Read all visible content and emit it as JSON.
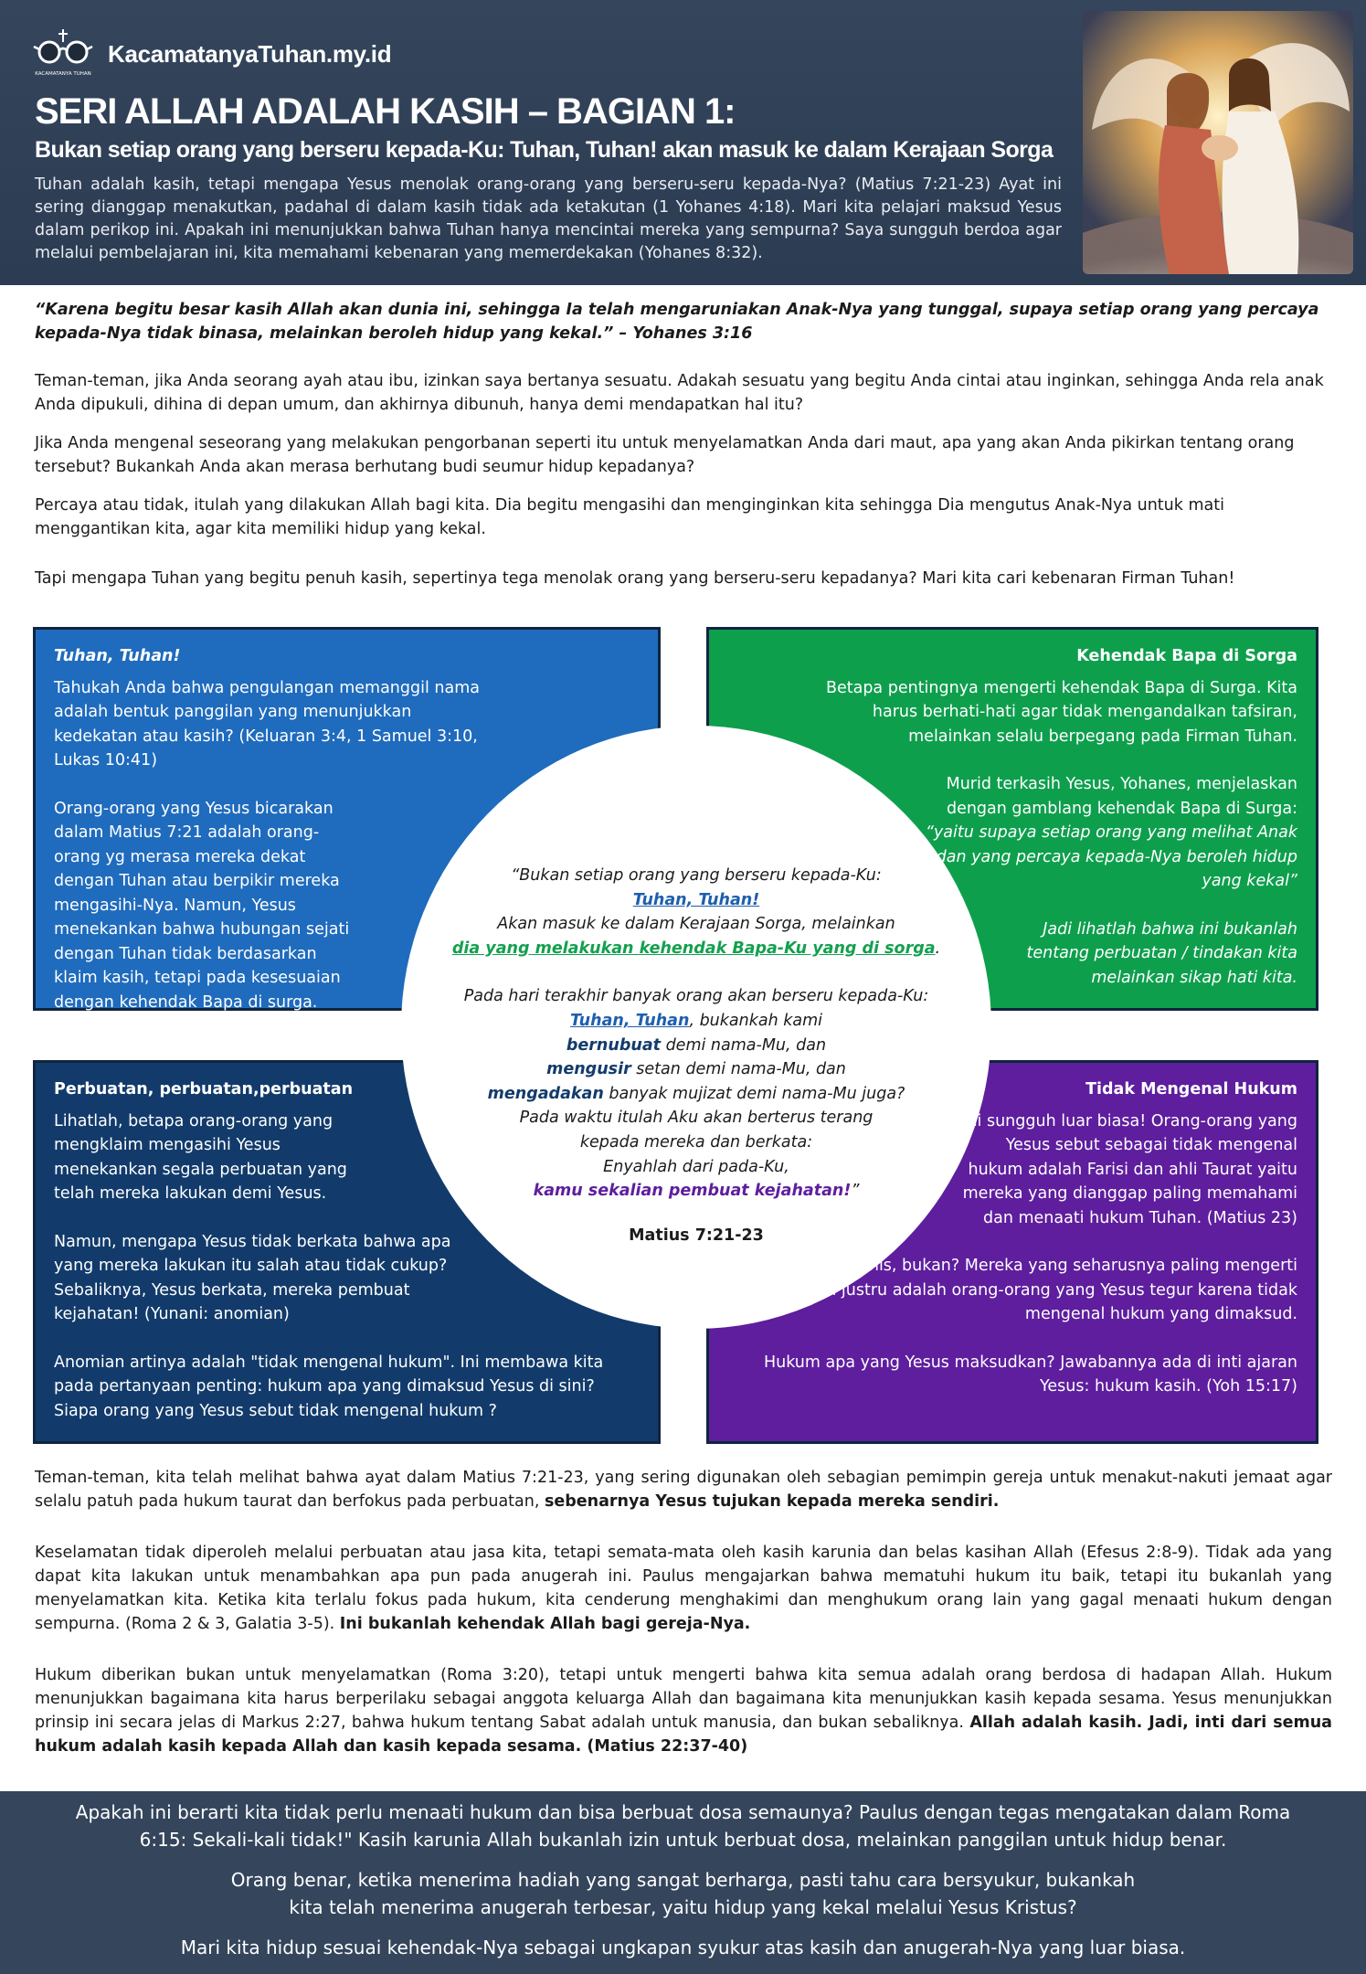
{
  "header": {
    "site_name": "KacamatanyaTuhan.my.id",
    "logo_text": "KACAMATANYA TUHAN",
    "title": "SERI ALLAH ADALAH KASIH – BAGIAN 1:",
    "subtitle": "Bukan setiap orang yang berseru kepada-Ku: Tuhan, Tuhan! akan masuk ke dalam Kerajaan Sorga",
    "intro": "Tuhan adalah kasih, tetapi mengapa Yesus menolak orang-orang yang berseru-seru kepada-Nya? (Matius 7:21-23) Ayat ini sering dianggap menakutkan, padahal di dalam kasih tidak ada ketakutan (1 Yohanes 4:18). Mari kita pelajari maksud Yesus dalam perikop ini. Apakah ini menunjukkan bahwa Tuhan hanya mencintai mereka yang sempurna? Saya sungguh berdoa agar melalui pembelajaran ini, kita memahami kebenaran yang memerdekakan (Yohanes 8:32)."
  },
  "verse": "“Karena begitu besar kasih Allah akan dunia ini, sehingga Ia telah mengaruniakan Anak-Nya yang tunggal, supaya setiap orang yang percaya kepada-Nya tidak binasa, melainkan beroleh hidup yang kekal.” – Yohanes 3:16",
  "paragraphs": [
    "Teman-teman, jika Anda seorang ayah atau ibu, izinkan saya bertanya sesuatu. Adakah sesuatu yang begitu Anda cintai atau inginkan, sehingga Anda rela anak Anda dipukuli, dihina di depan umum, dan akhirnya dibunuh, hanya demi mendapatkan hal itu?",
    "Jika Anda mengenal seseorang yang melakukan pengorbanan seperti itu untuk menyelamatkan Anda dari maut, apa yang akan Anda pikirkan tentang orang tersebut? Bukankah Anda akan merasa berhutang budi seumur hidup kepadanya?",
    "Percaya atau tidak, itulah yang dilakukan Allah bagi kita. Dia begitu mengasihi dan menginginkan kita sehingga Dia mengutus Anak-Nya untuk mati menggantikan kita, agar kita memiliki hidup yang kekal.",
    "Tapi mengapa Tuhan yang begitu penuh kasih, sepertinya tega menolak orang yang berseru-seru kepadanya?  Mari kita cari kebenaran Firman Tuhan!"
  ],
  "quadrants": {
    "top_left": {
      "title": "Tuhan, Tuhan!",
      "p1": "Tahukah Anda bahwa pengulangan memanggil nama adalah bentuk panggilan yang menunjukkan kedekatan atau kasih? (Keluaran 3:4, 1 Samuel 3:10, Lukas 10:41)",
      "p2": "Orang-orang yang Yesus bicarakan dalam Matius 7:21 adalah orang-orang yg merasa mereka dekat dengan Tuhan atau berpikir mereka mengasihi-Nya. Namun, Yesus menekankan bahwa hubungan sejati dengan Tuhan tidak berdasarkan klaim kasih, tetapi pada kesesuaian dengan kehendak Bapa di surga."
    },
    "top_right": {
      "title": "Kehendak Bapa di Sorga",
      "p1": "Betapa pentingnya mengerti kehendak Bapa di Surga. Kita harus berhati-hati agar tidak mengandalkan tafsiran, melainkan selalu berpegang pada Firman Tuhan.",
      "p2": "Murid terkasih Yesus, Yohanes, menjelaskan dengan gamblang kehendak Bapa di Surga:",
      "p2_quote": "“yaitu supaya setiap orang yang melihat Anak dan yang percaya kepada-Nya beroleh hidup yang kekal”",
      "p3": "Jadi lihatlah bahwa ini bukanlah tentang perbuatan / tindakan kita melainkan sikap hati kita."
    },
    "bottom_left": {
      "title": "Perbuatan, perbuatan,perbuatan",
      "p1": "Lihatlah, betapa orang-orang yang mengklaim mengasihi Yesus menekankan segala perbuatan yang telah mereka lakukan demi Yesus.",
      "p2": "Namun, mengapa Yesus tidak berkata bahwa apa yang mereka lakukan itu salah atau tidak cukup? Sebaliknya, Yesus berkata, mereka pembuat kejahatan! (Yunani: anomian)",
      "p3": "Anomian artinya adalah \"tidak mengenal hukum\". Ini membawa kita pada pertanyaan penting: hukum apa yang dimaksud Yesus di sini?  Siapa orang yang Yesus sebut tidak mengenal hukum ?"
    },
    "bottom_right": {
      "title": "Tidak Mengenal Hukum",
      "p1": "Ini sungguh luar biasa! Orang-orang yang Yesus sebut sebagai tidak mengenal hukum adalah Farisi dan ahli Taurat yaitu mereka yang dianggap paling memahami dan menaati hukum Tuhan. (Matius 23)",
      "p2": "Betapa ironis, bukan? Mereka yang seharusnya paling mengerti hukum justru adalah orang-orang yang Yesus tegur karena tidak mengenal hukum yang dimaksud.",
      "p3": "Hukum apa yang Yesus maksudkan? Jawabannya ada di inti ajaran Yesus: hukum kasih. (Yoh 15:17)"
    }
  },
  "circle": {
    "l1": "“Bukan setiap orang yang berseru kepada-Ku:",
    "l2": "Tuhan, Tuhan!",
    "l3": "Akan masuk ke dalam Kerajaan Sorga, melainkan",
    "l4": "dia yang melakukan kehendak Bapa-Ku yang di sorga",
    "l4_end": ".",
    "l5": "Pada hari terakhir banyak orang akan berseru kepada-Ku:",
    "l6": "Tuhan, Tuhan",
    "l6_end": ", bukankah kami",
    "l7": "bernubuat",
    "l7_end": " demi nama-Mu, dan",
    "l8": "mengusir",
    "l8_end": " setan demi nama-Mu, dan",
    "l9": "mengadakan",
    "l9_end": " banyak mujizat demi nama-Mu juga?",
    "l10": "Pada waktu itulah Aku akan berterus terang",
    "l11": "kepada mereka dan berkata:",
    "l12": "Enyahlah dari pada-Ku,",
    "l13": "kamu sekalian pembuat kejahatan!",
    "l13_end": "”",
    "ref": "Matius 7:21-23"
  },
  "conclusion": {
    "c1": "Teman-teman, kita telah melihat bahwa ayat dalam Matius 7:21-23, yang sering digunakan oleh sebagian pemimpin gereja untuk menakut-nakuti jemaat agar selalu patuh pada hukum taurat dan berfokus pada perbuatan, ",
    "c1_bold": "sebenarnya Yesus tujukan kepada mereka sendiri.",
    "c2": "Keselamatan tidak diperoleh melalui perbuatan atau jasa kita, tetapi semata-mata oleh kasih karunia dan belas kasihan Allah (Efesus 2:8-9). Tidak ada yang dapat kita lakukan untuk menambahkan apa pun pada anugerah ini.  Paulus mengajarkan bahwa mematuhi hukum itu baik, tetapi itu bukanlah yang menyelamatkan kita. Ketika kita terlalu fokus pada hukum, kita cenderung menghakimi dan menghukum orang lain yang gagal menaati hukum dengan sempurna. (Roma 2 & 3, Galatia 3-5). ",
    "c2_bold": "Ini bukanlah kehendak Allah bagi gereja-Nya.",
    "c3": "Hukum diberikan bukan untuk menyelamatkan (Roma 3:20), tetapi untuk mengerti bahwa kita semua adalah orang berdosa di hadapan Allah. Hukum menunjukkan bagaimana kita harus berperilaku sebagai anggota keluarga Allah dan bagaimana kita menunjukkan kasih kepada sesama. Yesus menunjukkan prinsip ini secara jelas di Markus 2:27, bahwa hukum tentang Sabat adalah untuk manusia, dan bukan sebaliknya. ",
    "c3_bold": "Allah adalah kasih. Jadi, inti dari semua hukum adalah kasih kepada Allah dan kasih kepada sesama. (Matius 22:37-40)"
  },
  "footer": {
    "f1": "Apakah ini berarti kita tidak perlu menaati hukum dan bisa berbuat dosa semaunya? Paulus dengan tegas mengatakan dalam Roma 6:15: Sekali-kali tidak!\" Kasih karunia Allah bukanlah izin untuk berbuat dosa, melainkan panggilan untuk hidup benar.",
    "f2": "Orang benar, ketika menerima hadiah yang sangat berharga, pasti tahu cara bersyukur, bukankah kita telah menerima anugerah terbesar, yaitu hidup yang kekal melalui Yesus Kristus?",
    "f3": "Mari kita hidup sesuai kehendak-Nya sebagai ungkapan syukur atas kasih dan anugerah-Nya yang luar biasa."
  },
  "colors": {
    "header_bg": "#34455c",
    "quad_blue": "#1f6bbd",
    "quad_green": "#0e9f4d",
    "quad_navy": "#123b6b",
    "quad_purple": "#5e1e9e"
  },
  "icons": {
    "logo": "eyeglasses-cross-icon",
    "hero": "angel-embrace-illustration"
  }
}
